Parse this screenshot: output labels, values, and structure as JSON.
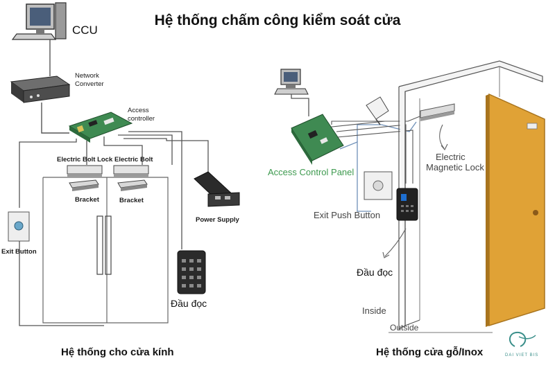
{
  "title": "Hệ thống chấm công kiểm soát cửa",
  "left_system": {
    "caption": "Hệ thống cho cửa kính",
    "labels": {
      "ccu": "CCU",
      "network_converter_1": "Network",
      "network_converter_2": "Converter",
      "access_controller_1": "Access",
      "access_controller_2": "controller",
      "electric_bolt_lock": "Electric Bolt Lock",
      "electric_bolt": "Electric Bolt",
      "bracket_left": "Bracket",
      "bracket_right": "Bracket",
      "power_supply": "Power Supply",
      "exit_button": "Exit Button",
      "reader": "Đầu đọc"
    }
  },
  "right_system": {
    "caption": "Hệ thống cửa gỗ/Inox",
    "labels": {
      "access_control_panel": "Access Control Panel",
      "electric_magnetic_lock_1": "Electric",
      "electric_magnetic_lock_2": "Magnetic Lock",
      "exit_push_button": "Exit Push Button",
      "reader": "Đầu đọc",
      "inside": "Inside",
      "outside": "Outside"
    }
  },
  "brand": "DAI VIET BIS",
  "colors": {
    "door": "#e0a236",
    "door_edge": "#a8741e",
    "wire": "#555555",
    "wire_blue": "#6f90b8",
    "board_green": "#3f8a52",
    "panel_label": "#3e9a4f",
    "brand": "#3a8f8a"
  },
  "icons": [
    "computer-icon",
    "network-converter-icon",
    "controller-board-icon",
    "bolt-lock-icon",
    "bracket-icon",
    "power-supply-icon",
    "exit-button-icon",
    "keypad-reader-icon",
    "magnetic-lock-icon",
    "exit-push-button-icon",
    "wooden-door-icon",
    "brand-logo-icon"
  ]
}
